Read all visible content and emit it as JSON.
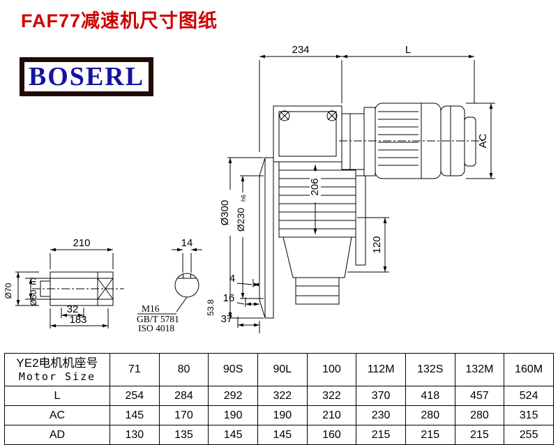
{
  "page": {
    "title": "FAF77减速机尺寸图纸",
    "logo": "BOSERL",
    "title_color": "#cc0000",
    "logo_text_color": "#1414a0",
    "logo_border_color": "#200a05"
  },
  "drawing": {
    "dim_234": "234",
    "dim_L": "L",
    "dim_AC": "AC",
    "dim_206": "206",
    "dim_120": "120",
    "dia_300": "Ø300",
    "dia_230": "Ø230",
    "dia_230_tol": "h6",
    "dim_4": "4",
    "dim_16": "16",
    "dim_37": "37",
    "dim_53_8": "53.8",
    "dim_210": "210",
    "dim_14": "14",
    "dia_70": "Ø70",
    "dia_50": "Ø50",
    "dia_50_tol": "H7",
    "dim_32": "32",
    "dim_183": "183",
    "thread": "M16",
    "std_gb": "GB/T 5781",
    "std_iso": "ISO 4018"
  },
  "table": {
    "header_line1": "YE2电机机座号",
    "header_line2": "Motor Size",
    "sizes": [
      "71",
      "80",
      "90S",
      "90L",
      "100",
      "112M",
      "132S",
      "132M",
      "160M"
    ],
    "rows": [
      {
        "label": "L",
        "values": [
          "254",
          "284",
          "292",
          "322",
          "322",
          "370",
          "418",
          "457",
          "524"
        ]
      },
      {
        "label": "AC",
        "values": [
          "145",
          "170",
          "190",
          "190",
          "210",
          "230",
          "280",
          "280",
          "315"
        ]
      },
      {
        "label": "AD",
        "values": [
          "130",
          "135",
          "145",
          "145",
          "160",
          "215",
          "215",
          "215",
          "255"
        ]
      }
    ]
  }
}
